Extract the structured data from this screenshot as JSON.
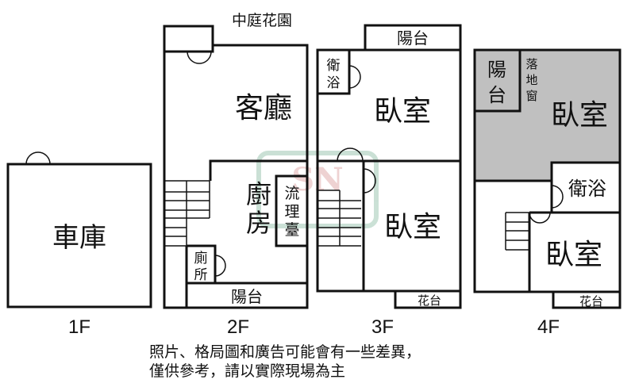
{
  "colors": {
    "wall": "#111111",
    "shaded_room": "#c0c0c0",
    "watermark_green": "#6aa88a",
    "watermark_red": "#d08080"
  },
  "watermark": {
    "logo_text": "SN"
  },
  "floors": {
    "f1": {
      "label": "1F",
      "rooms": {
        "garage": "車庫"
      }
    },
    "f2": {
      "label": "2F",
      "rooms": {
        "courtyard": "中庭花園",
        "living": "客廳",
        "kitchen_1": "廚",
        "kitchen_2": "房",
        "counter_1": "流",
        "counter_2": "理",
        "counter_3": "臺",
        "toilet_1": "廁",
        "toilet_2": "所",
        "balcony": "陽台"
      }
    },
    "f3": {
      "label": "3F",
      "rooms": {
        "balcony": "陽台",
        "bath_1": "衛",
        "bath_2": "浴",
        "bedroom_a": "臥室",
        "bedroom_b": "臥室",
        "planter": "花台"
      }
    },
    "f4": {
      "label": "4F",
      "rooms": {
        "balcony_1": "陽",
        "balcony_2": "台",
        "window_1": "落",
        "window_2": "地",
        "window_3": "窗",
        "bedroom_a": "臥室",
        "bath": "衛浴",
        "bedroom_b": "臥室",
        "planter": "花台"
      }
    }
  },
  "disclaimer": {
    "line1": "照片、格局圖和廣告可能會有一些差異，",
    "line2": "僅供參考，請以實際現場為主"
  }
}
